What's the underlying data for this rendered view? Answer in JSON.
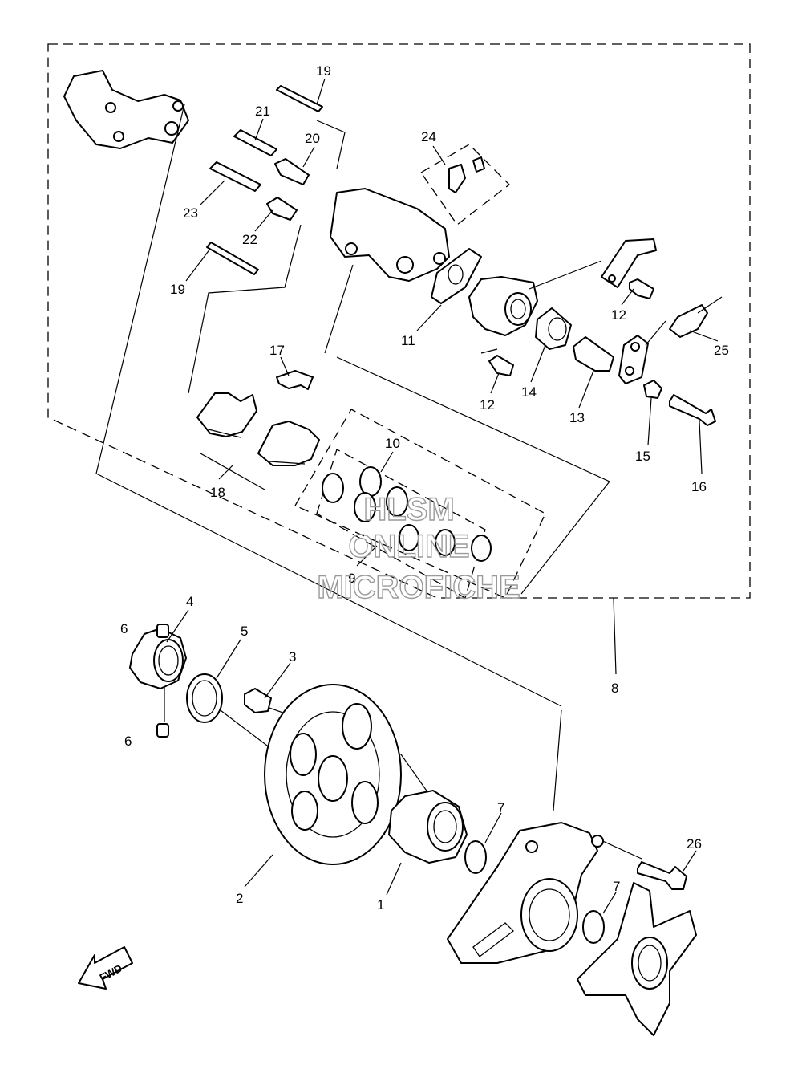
{
  "callouts": [
    "1",
    "2",
    "3",
    "4",
    "5",
    "6",
    "6",
    "7",
    "7",
    "8",
    "9",
    "10",
    "11",
    "12",
    "12",
    "13",
    "14",
    "15",
    "16",
    "17",
    "18",
    "19",
    "19",
    "20",
    "21",
    "22",
    "23",
    "24",
    "25",
    "26"
  ],
  "watermark": {
    "line1": "HLSM",
    "line2": "ONLINE",
    "line3": "MICROFICHE"
  },
  "fwd_label": "FWD"
}
